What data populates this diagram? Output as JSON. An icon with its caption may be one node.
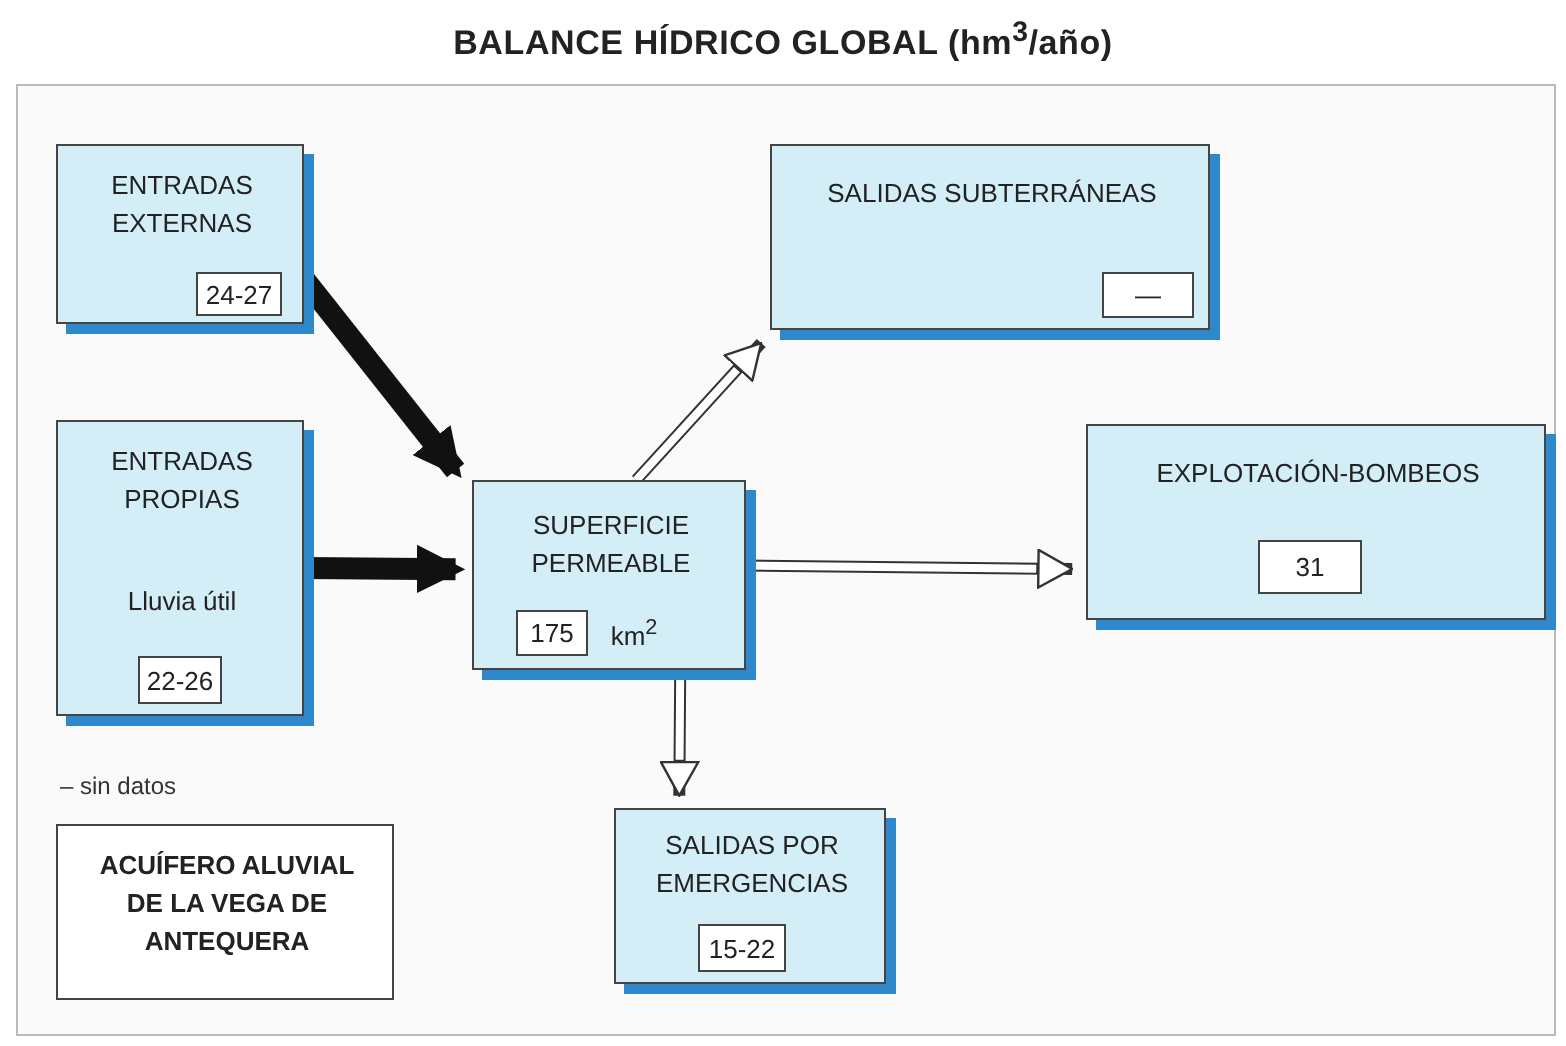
{
  "diagram": {
    "title": "BALANCE HÍDRICO GLOBAL (hm$^{3}$/año)",
    "nodes": [
      {
        "text": [
          "ENTRADAS EXTERNAS"
        ]
      },
      {
        "text": [
          "24-27"
        ],
        "in": 0
      },
      {
        "text": [
          "ENTRADAS PROPIAS",
          "Lluvia útil"
        ]
      },
      {
        "text": [
          "22-26"
        ],
        "in": 2
      },
      {
        "text": [
          "SUPERFICIE PERMEABLE",
          "km$^{2}$"
        ]
      },
      {
        "text": [
          "175"
        ],
        "in": 4
      },
      {
        "text": [
          "SALIDAS SUBTERRÁNEAS"
        ]
      },
      {
        "text": [
          "—"
        ],
        "in": 6
      },
      {
        "text": [
          "EXPLOTACIÓN-BOMBEOS"
        ]
      },
      {
        "text": [
          "31"
        ],
        "in": 8
      },
      {
        "text": [
          "SALIDAS POR EMERGENCIAS"
        ]
      },
      {
        "text": [
          "15-22"
        ],
        "in": 10
      },
      {
        "text": [
          "ACUÍFERO ALUVIAL DE LA VEGA DE ANTEQUERA"
        ]
      }
    ],
    "edges": [
      {
        "from": 0,
        "to": 4,
        "arrow": "to",
        "style": "thick"
      },
      {
        "from": 2,
        "to": 4,
        "arrow": "to",
        "style": "thick"
      },
      {
        "from": 4,
        "to": 6,
        "arrow": "to"
      },
      {
        "from": 4,
        "to": 8,
        "arrow": "to"
      },
      {
        "from": 4,
        "to": 10,
        "arrow": "to"
      }
    ],
    "labels": [
      "– sin datos"
    ]
  }
}
